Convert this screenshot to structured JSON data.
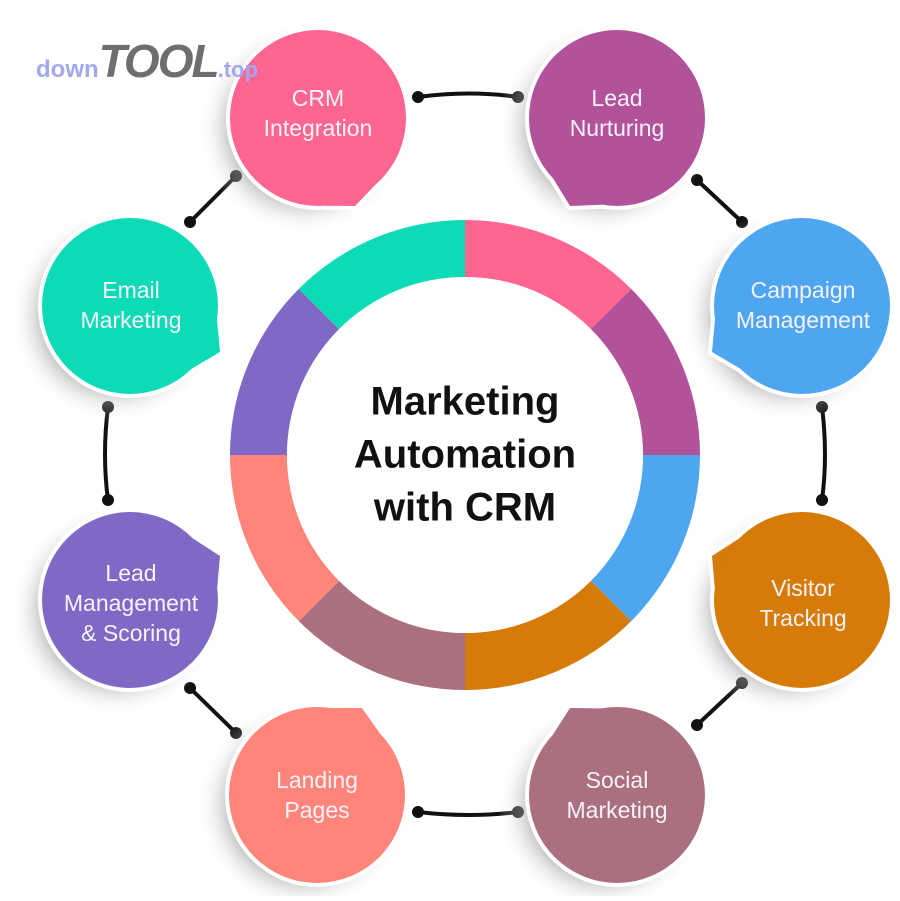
{
  "watermark": {
    "prefix": "down",
    "brand": "TOOL",
    "suffix": ".top"
  },
  "center": {
    "title_lines": [
      "Marketing",
      "Automation",
      "with CRM"
    ],
    "ring_segments": [
      {
        "name": "CRM Integration",
        "color": "#fe6591"
      },
      {
        "name": "Lead Nurturing",
        "color": "#b2529b"
      },
      {
        "name": "Campaign Management",
        "color": "#4ea6f0"
      },
      {
        "name": "Visitor Tracking",
        "color": "#d67b07"
      },
      {
        "name": "Social Marketing",
        "color": "#aa7080"
      },
      {
        "name": "Landing Pages",
        "color": "#ff847a"
      },
      {
        "name": "Lead Management & Scoring",
        "color": "#7f69c4"
      },
      {
        "name": "Email Marketing",
        "color": "#0ddbb7"
      }
    ]
  },
  "nodes": [
    {
      "id": "crm-integration",
      "lines": [
        "CRM",
        "Integration"
      ],
      "color": "#fe6591"
    },
    {
      "id": "lead-nurturing",
      "lines": [
        "Lead",
        "Nurturing"
      ],
      "color": "#b2529b"
    },
    {
      "id": "campaign-management",
      "lines": [
        "Campaign",
        "Management"
      ],
      "color": "#4ea6f0"
    },
    {
      "id": "visitor-tracking",
      "lines": [
        "Visitor",
        "Tracking"
      ],
      "color": "#d67b07"
    },
    {
      "id": "social-marketing",
      "lines": [
        "Social",
        "Marketing"
      ],
      "color": "#aa7080"
    },
    {
      "id": "landing-pages",
      "lines": [
        "Landing",
        "Pages"
      ],
      "color": "#ff847a"
    },
    {
      "id": "lead-management-scoring",
      "lines": [
        "Lead",
        "Management",
        "& Scoring"
      ],
      "color": "#7f69c4"
    },
    {
      "id": "email-marketing",
      "lines": [
        "Email",
        "Marketing"
      ],
      "color": "#0ddbb7"
    }
  ]
}
